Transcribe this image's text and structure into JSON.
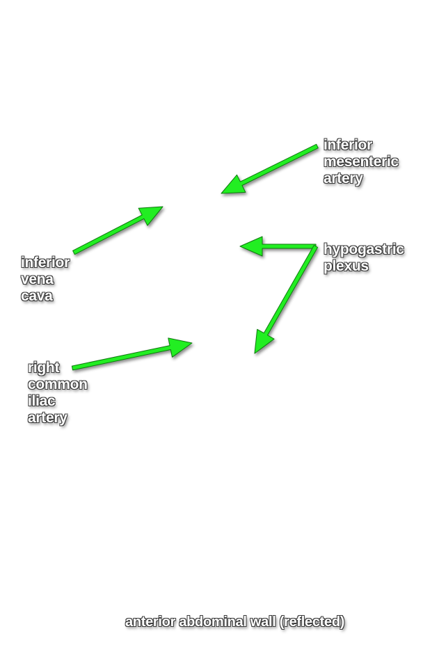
{
  "labels": {
    "inferior_mesenteric_artery": [
      "inferior",
      "mesenteric",
      "artery"
    ],
    "hypogastric_plexus": [
      "hypogastric",
      "plexus"
    ],
    "inferior_vena_cava": [
      "inferior",
      "vena",
      "cava"
    ],
    "right_common_iliac_artery": [
      "right",
      "common",
      "iliac",
      "artery"
    ],
    "anterior_abdominal_wall": "anterior abdominal wall (reflected)"
  },
  "colors": {
    "arrow": "#22ee22",
    "arrow_outline": "#0b7a0b",
    "label_text": "#ffffff",
    "label_outline": "#3a3a3a",
    "background": "#ffffff"
  }
}
